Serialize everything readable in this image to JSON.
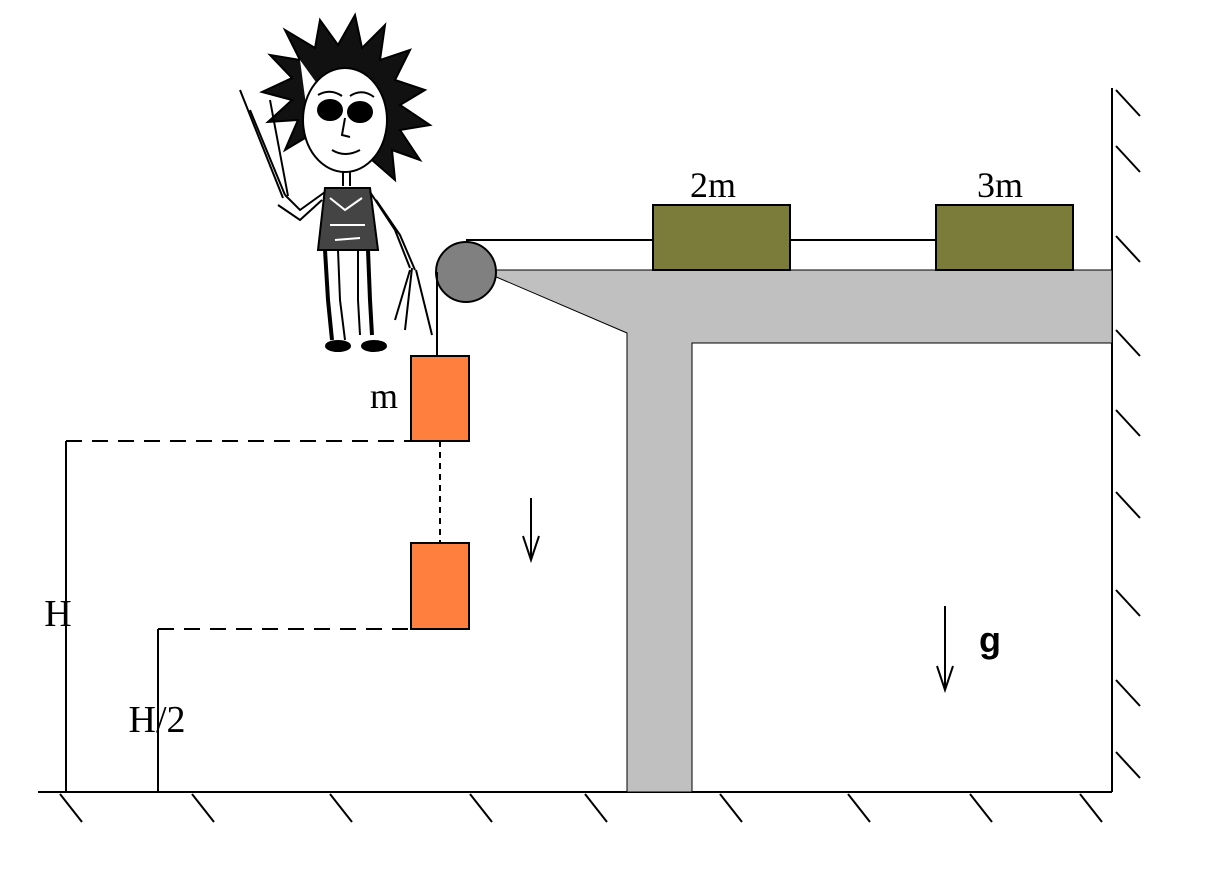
{
  "labels": {
    "mass_2m": "2m",
    "mass_3m": "3m",
    "mass_m": "m",
    "height_full": "H",
    "height_half": "H/2",
    "gravity": "g"
  },
  "colors": {
    "hanging_block": "#ff7f3f",
    "table_block": "#7b7b3a",
    "table": "#c0c0c0",
    "pulley": "#808080",
    "line": "#000000"
  },
  "icons": {
    "character": "cartoon-figure-icon",
    "gravity": "down-arrow-icon"
  }
}
